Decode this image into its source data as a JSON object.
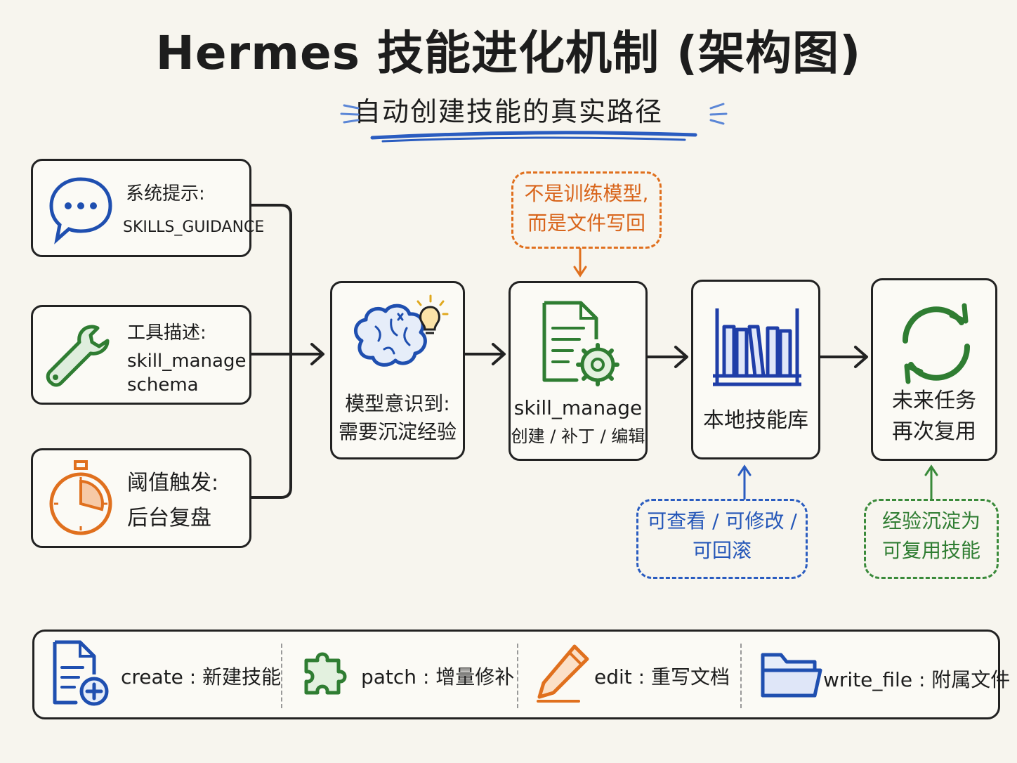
{
  "header": {
    "title": "Hermes 技能进化机制 (架构图)",
    "subtitle": "自动创建技能的真实路径"
  },
  "inputs": [
    {
      "label": "系统提示:",
      "detail": [
        "SKILLS_GUIDANCE"
      ],
      "icon": "chat-bubble-icon"
    },
    {
      "label": "工具描述:",
      "detail": [
        "skill_manage",
        "schema"
      ],
      "icon": "wrench-icon"
    },
    {
      "label": "阈值触发:",
      "detail": [
        "后台复盘"
      ],
      "icon": "stopwatch-icon"
    }
  ],
  "flow": [
    {
      "lines": [
        "模型意识到:",
        "需要沉淀经验"
      ],
      "icon": "brain-lightbulb-icon"
    },
    {
      "lines": [
        "skill_manage",
        "创建 / 补丁 / 编辑"
      ],
      "icon": "document-gear-icon"
    },
    {
      "lines": [
        "本地技能库"
      ],
      "icon": "bookshelf-icon"
    },
    {
      "lines": [
        "未来任务",
        "再次复用"
      ],
      "icon": "refresh-cycle-icon"
    }
  ],
  "notes": {
    "not_training": [
      "不是训练模型,",
      "而是文件写回"
    ],
    "viewable": [
      "可查看 / 可修改 /",
      "可回滚"
    ],
    "reusable": [
      "经验沉淀为",
      "可复用技能"
    ]
  },
  "legend": [
    {
      "text": "create : 新建技能",
      "icon": "new-document-icon"
    },
    {
      "text": "patch : 增量修补",
      "icon": "puzzle-icon"
    },
    {
      "text": "edit : 重写文档",
      "icon": "pencil-icon"
    },
    {
      "text": "write_file : 附属文件",
      "icon": "folder-icon"
    }
  ],
  "colors": {
    "ink": "#222222",
    "blue": "#1f4fb0",
    "green": "#2f7d32",
    "orange": "#e0701e",
    "note_orange": "#e0701e",
    "note_blue": "#2a5cc0",
    "note_green": "#3a8a3a"
  }
}
